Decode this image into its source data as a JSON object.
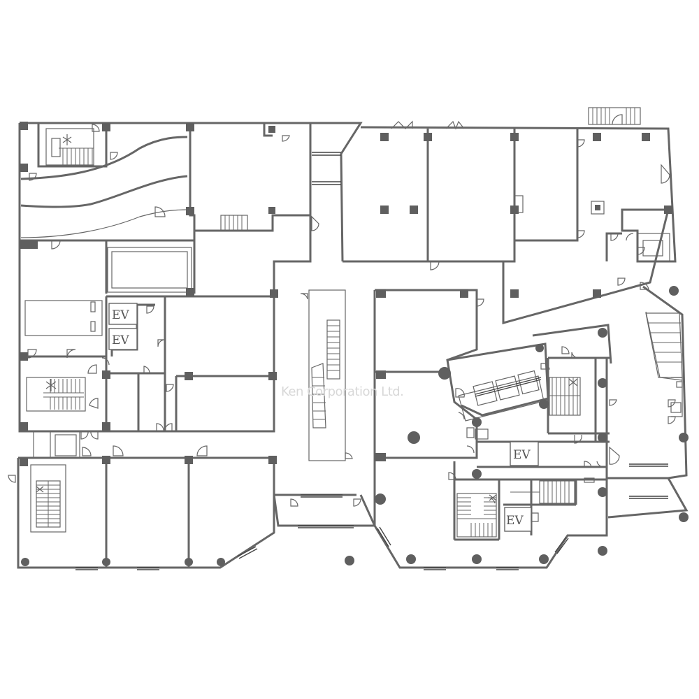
{
  "plan": {
    "watermark": "Ken Corporation Ltd.",
    "elevators": [
      {
        "id": "ev-1",
        "label": "EV"
      },
      {
        "id": "ev-2",
        "label": "EV"
      },
      {
        "id": "ev-3",
        "label": "EV"
      },
      {
        "id": "ev-4",
        "label": "EV"
      }
    ],
    "colors": {
      "wall": "#666666",
      "column": "#5f5f5f",
      "background": "#ffffff"
    }
  }
}
